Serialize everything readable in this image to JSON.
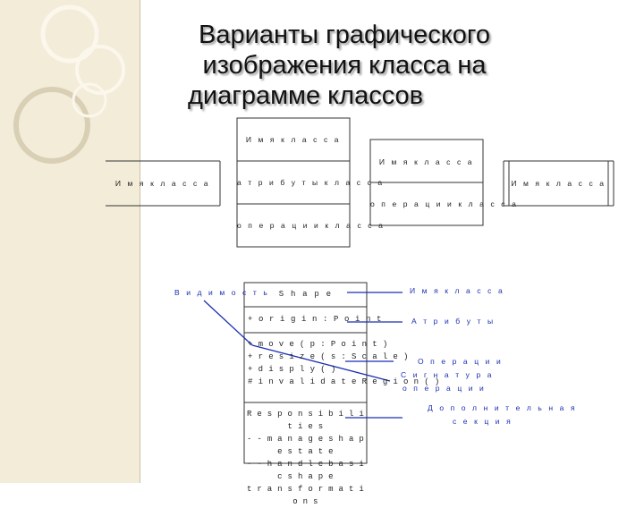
{
  "slide": {
    "title_line1": "Варианты графического",
    "title_line2": "изображения класса на",
    "title_line3": "диаграмме классов"
  },
  "variants": {
    "simple_name": "И м я  к л а с с а",
    "full_name": "И м я  к л а с с а",
    "full_attributes": "а т р и б у т ы  к л а с с а",
    "full_operations": "о п е р а ц и и  к л а с с а",
    "ops_name": "И м я  к л а с с а",
    "ops_operations": "о п е р а ц и и  к л а с с а",
    "active_name": "И м я  к л а с с а"
  },
  "shape_class": {
    "name": "S h a p e",
    "attribute": "+ o r i g i n  :  P o i n t",
    "operations": [
      "+ m o v e ( p : P o i n t )",
      "+ r e s i z e ( s : S c a l e )",
      "+ d i s p l y ( )",
      "# i n v a l i d a t e R e g i o n ( )"
    ],
    "responsibilities": [
      "R e s p o n s i b i l i t i e s",
      "- -  m a n a g e  s h a p e  s t a t e",
      "- -  h a n d l e  b a s i c  s h a p e",
      "t r a n s f o r m a t i o n s"
    ]
  },
  "annotations": {
    "visibility": "В и д и м о с т ь",
    "class_name": "И м я  к л а с с а",
    "attributes": "А т р и б у т ы",
    "operations": "О п е р а ц и и",
    "signature_1": "С и г н а т у р а",
    "signature_2": "о п е р а ц и и",
    "extra_1": "Д о п о л н и т е л ь н а я",
    "extra_2": "с е к ц и я"
  },
  "colors": {
    "sidebar": "#f3ecd9",
    "annotation": "#1a2fb0"
  }
}
